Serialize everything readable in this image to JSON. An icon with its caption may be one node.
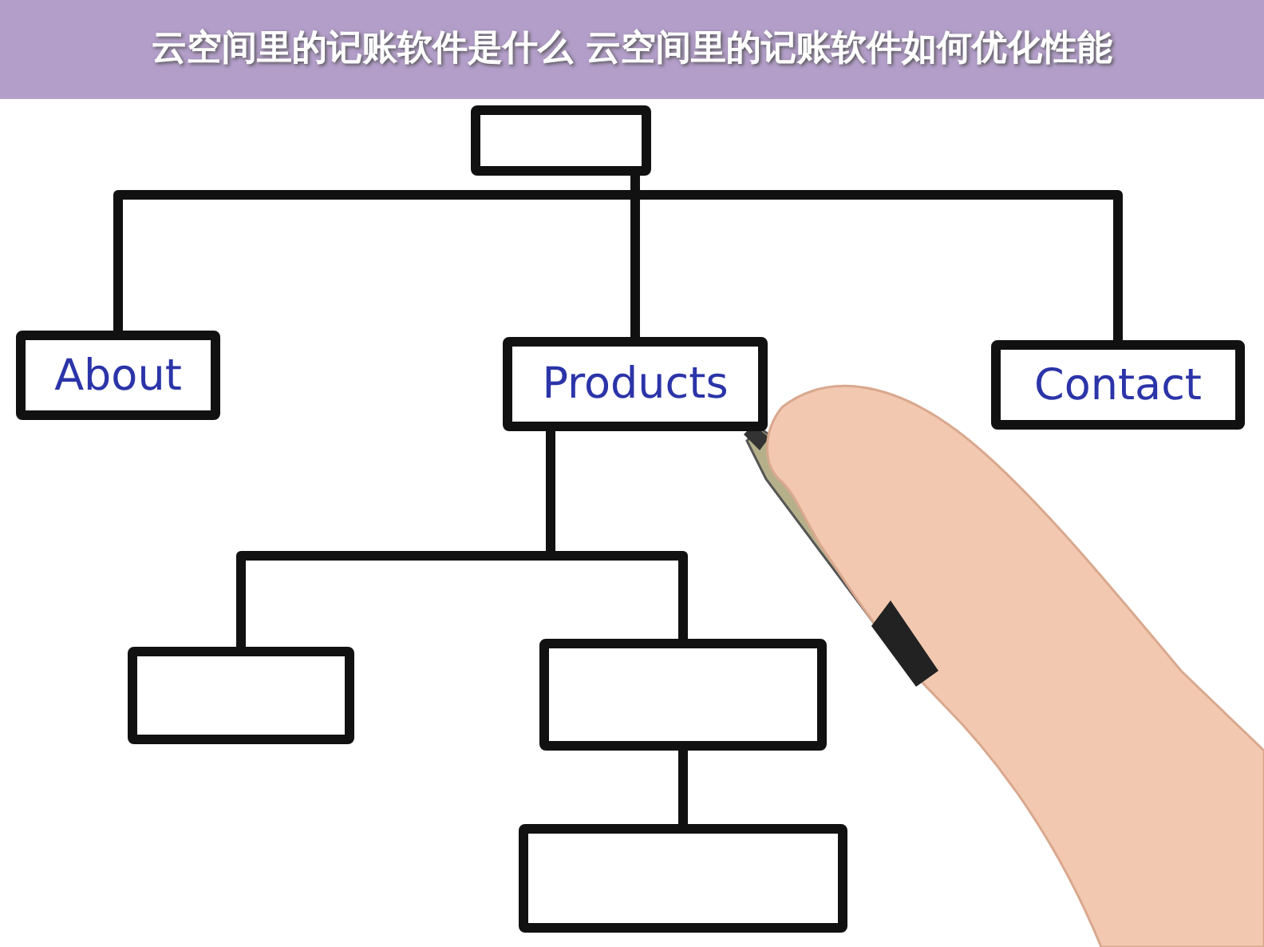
{
  "diagram": {
    "title": "云空间里的记账软件是什么 云空间里的记账软件如何优化性能",
    "nodes": [
      {
        "text": [],
        "shape": "box"
      },
      {
        "text": [
          "About"
        ]
      },
      {
        "text": [
          "Products"
        ]
      },
      {
        "text": [
          "Contact"
        ]
      },
      {
        "text": [],
        "shape": "box"
      },
      {
        "text": [],
        "shape": "box"
      },
      {
        "text": [],
        "shape": "box"
      }
    ],
    "edges": [
      {
        "from": 0,
        "to": 1,
        "arrow": "none"
      },
      {
        "from": 0,
        "to": 2,
        "arrow": "none"
      },
      {
        "from": 0,
        "to": 3,
        "arrow": "none"
      },
      {
        "from": 2,
        "to": 4,
        "arrow": "none"
      },
      {
        "from": 2,
        "to": 5,
        "arrow": "none"
      },
      {
        "from": 5,
        "to": 6,
        "arrow": "none"
      }
    ]
  }
}
